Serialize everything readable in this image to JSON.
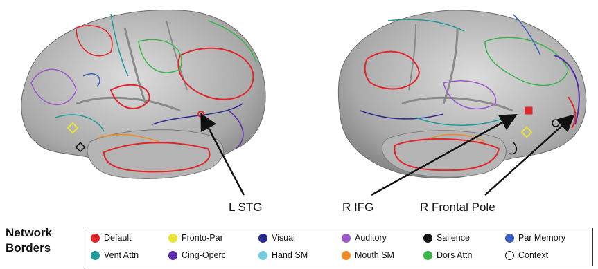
{
  "callouts": {
    "l_stg": "L STG",
    "r_ifg": "R IFG",
    "r_frontal_pole": "R Frontal Pole"
  },
  "legend": {
    "title_line1": "Network",
    "title_line2": "Borders",
    "items": [
      {
        "label": "Default",
        "color": "#e0262a"
      },
      {
        "label": "Fronto-Par",
        "color": "#e8e337"
      },
      {
        "label": "Visual",
        "color": "#2a2a8c"
      },
      {
        "label": "Auditory",
        "color": "#9b59c7"
      },
      {
        "label": "Salience",
        "color": "#111111"
      },
      {
        "label": "Par Memory",
        "color": "#3a5fbf"
      },
      {
        "label": "Vent Attn",
        "color": "#1f9a9a"
      },
      {
        "label": "Cing-Operc",
        "color": "#5a2aa8"
      },
      {
        "label": "Hand SM",
        "color": "#72cde0"
      },
      {
        "label": "Mouth SM",
        "color": "#f08a24"
      },
      {
        "label": "Dors Attn",
        "color": "#3ab54a"
      },
      {
        "label": "Context",
        "color": "#ffffff"
      }
    ]
  }
}
